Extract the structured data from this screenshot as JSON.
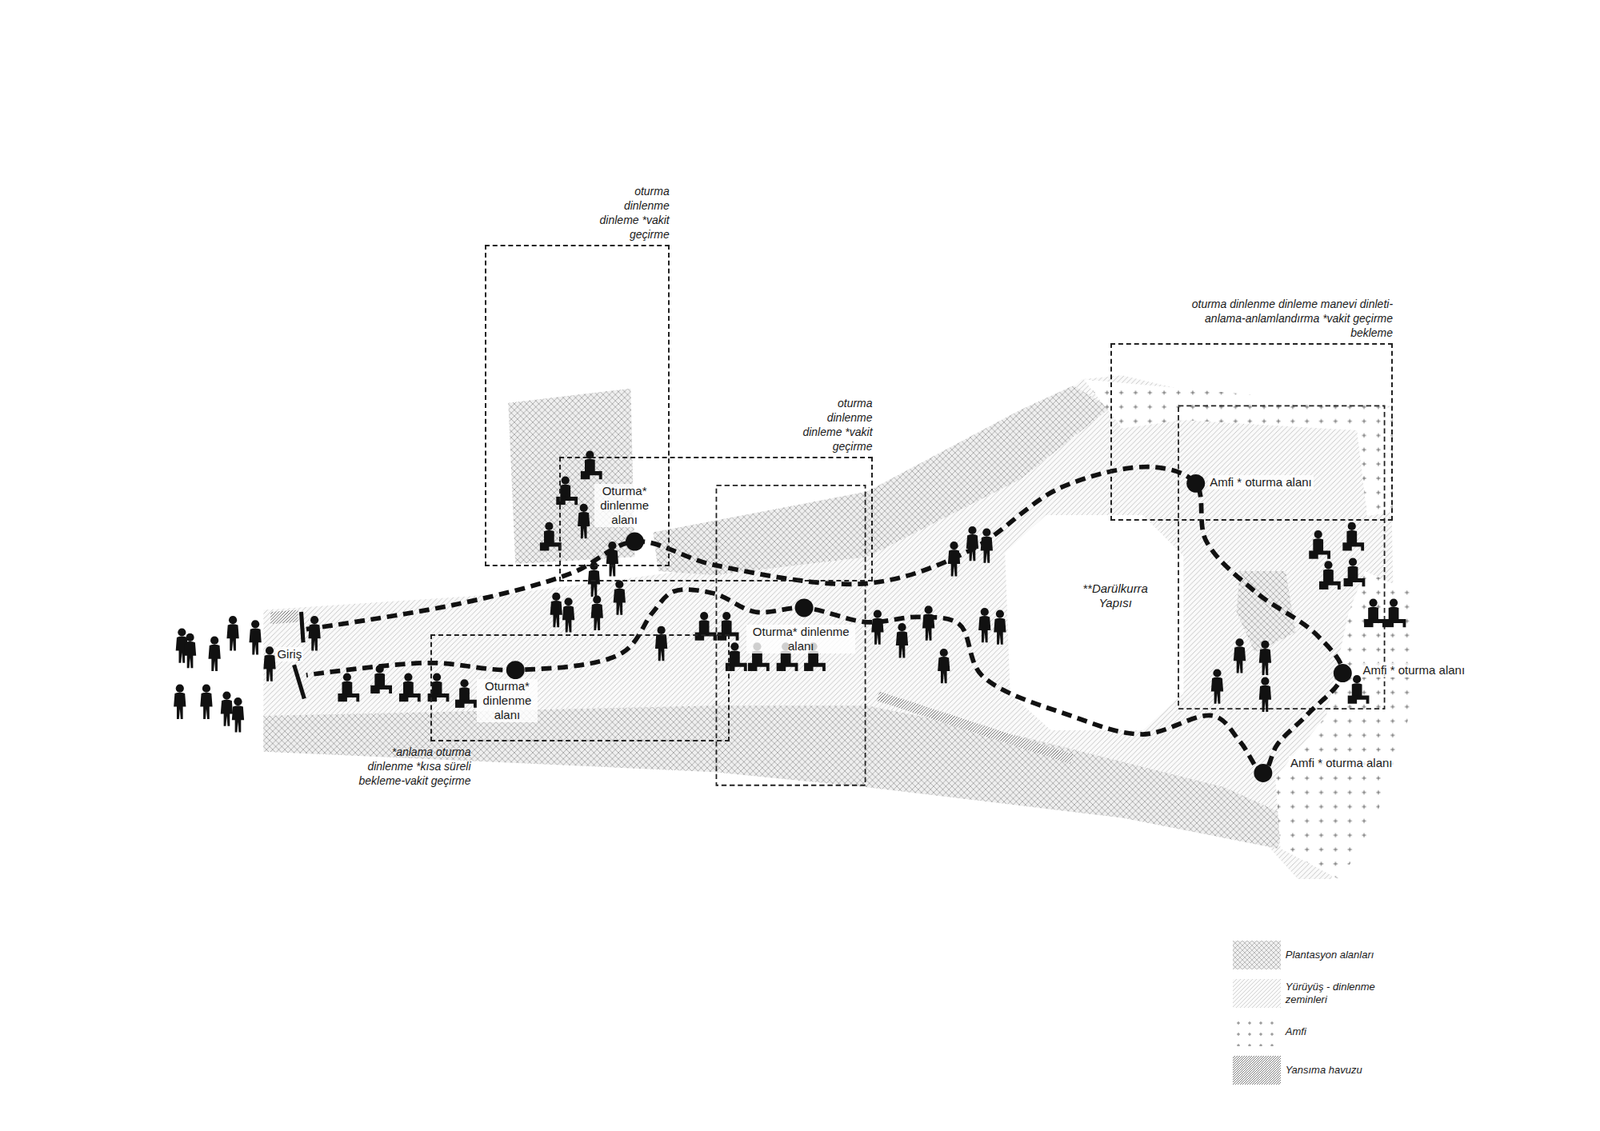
{
  "diagram": {
    "nodes": [
      {
        "text": [
          "oturma dinlenme dinleme *vakit geçirme"
        ]
      },
      {
        "text": [
          "oturma dinlenme dinleme *vakit geçirme"
        ]
      },
      {
        "text": [
          "*anlama oturma dinlenme *kısa süreli bekleme-vakit geçirme"
        ]
      },
      {
        "text": [
          "oturma dinlenme dinleme manevi dinleti-anlama-anlamlandırma *vakit geçirme bekleme"
        ]
      }
    ],
    "labels": [
      "Giriş",
      "Oturma* dinlenme alanı",
      "Oturma* dinlenme alanı",
      "Oturma* dinlenme alanı",
      "**Darülkurra Yapısı",
      "Amfi * oturma alanı",
      "Amfi * oturma alanı",
      "Amfi * oturma alanı"
    ],
    "legend": [
      {
        "text": "Plantasyon alanları"
      },
      {
        "text": "Yürüyüş - dinlenme zeminleri"
      },
      {
        "text": "Amfi"
      },
      {
        "text": "Yansıma havuzu"
      }
    ]
  }
}
